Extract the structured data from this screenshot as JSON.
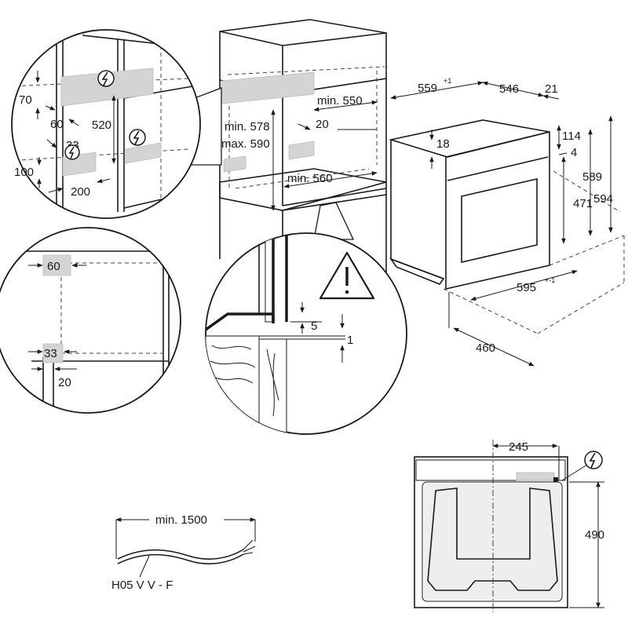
{
  "detail_top_left": {
    "d70": "70",
    "d60": "60",
    "d520": "520",
    "d33": "33",
    "d100": "100",
    "d200": "200"
  },
  "detail_mid_left": {
    "d60": "60",
    "d33": "33",
    "d20": "20"
  },
  "cabinet": {
    "min_550": "min. 550",
    "d20": "20",
    "min_578": "min. 578",
    "max_590": "max. 590",
    "min_560": "min. 560"
  },
  "detail_center": {
    "d5": "5",
    "d1": "1"
  },
  "oven": {
    "d559": "559",
    "d559_tol": "+1",
    "d546": "546",
    "d21": "21",
    "d114": "114",
    "d4": "4",
    "d18": "18",
    "d589": "589",
    "d594": "594",
    "d471": "471",
    "d595": "595",
    "d595_tol": "+-1",
    "d460": "460"
  },
  "cable": {
    "min_1500": "min. 1500",
    "type": "H05 V V - F"
  },
  "front_view": {
    "d245": "245",
    "d490": "490"
  },
  "icons": [
    "electrical-connection-icon",
    "warning-triangle-icon"
  ]
}
